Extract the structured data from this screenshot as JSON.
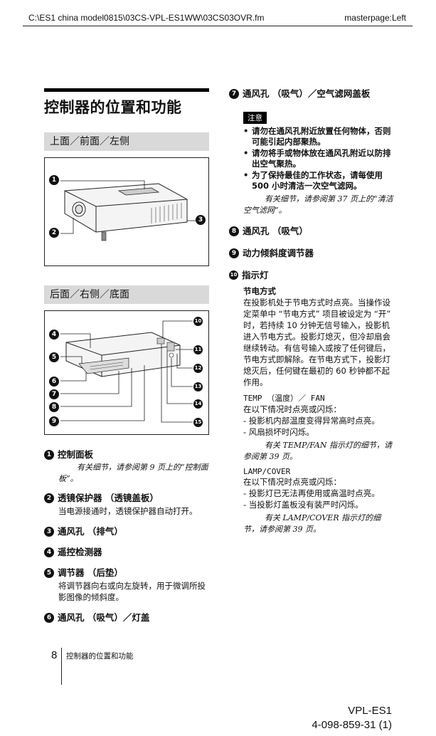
{
  "header": {
    "path": "C:\\ES1 china model0815\\03CS-VPL-ES1WW\\03CS03OVR.fm",
    "masterpage": "masterpage:Left"
  },
  "page_title": "控制器的位置和功能",
  "sections": {
    "top_front_left": "上面／前面／左侧",
    "rear_right_bottom": "后面／右侧／底面"
  },
  "callouts": [
    "1",
    "2",
    "3",
    "4",
    "5",
    "6",
    "7",
    "8",
    "9",
    "10",
    "11",
    "12",
    "13",
    "14",
    "15"
  ],
  "left_items": [
    {
      "num": "1",
      "title": "控制面板",
      "ref": "有关细节，请参阅第 9 页上的“控制面板”。"
    },
    {
      "num": "2",
      "title": "透镜保护器 （透镜盖板）",
      "desc": "当电源接通时，透镜保护器自动打开。"
    },
    {
      "num": "3",
      "title": "通风孔 （排气）"
    },
    {
      "num": "4",
      "title": "遥控检测器"
    },
    {
      "num": "5",
      "title": "调节器 （后垫）",
      "desc": "将调节器向右或向左旋转，用于微调所投影图像的倾斜度。"
    },
    {
      "num": "6",
      "title": "通风孔 （吸气）／灯盖"
    }
  ],
  "right": {
    "item7": {
      "num": "7",
      "title": "通风孔 （吸气）／空气滤网盖板"
    },
    "note_label": "注意",
    "note_bullets": [
      "请勿在通风孔附近放置任何物体，否则可能引起内部聚热。",
      "请勿将手或物体放在通风孔附近以防排出空气聚热。",
      "为了保持最佳的工作状态，请每使用 500 小时清洁一次空气滤网。"
    ],
    "note_ref": "有关细节，请参阅第 37 页上的“清洁空气滤网”。",
    "item8": {
      "num": "8",
      "title": "通风孔 （吸气）"
    },
    "item9": {
      "num": "9",
      "title": "动力倾斜度调节器"
    },
    "item10": {
      "num": "10",
      "title": "指示灯"
    },
    "power_saving_head": "节电方式",
    "power_saving_text": "在投影机处于节电方式时点亮。当操作设定菜单中 “节电方式” 项目被设定为 “开” 时，若持续 10 分钟无信号输入，投影机进入节电方式。投影灯熄灭，但冷却扇会继续转动。有信号输入或按了任何键后，节电方式即解除。在节电方式下，投影灯熄灭后，任何键在最初的 60 秒钟都不起作用。",
    "temp_head": "TEMP （温度）／ FAN",
    "temp_intro": "在以下情况时点亮或闪烁：",
    "temp_list": [
      "- 投影机内部温度变得异常高时点亮。",
      "- 风扇损坏时闪烁。"
    ],
    "temp_ref": "有关 TEMP/FAN 指示灯的细节，请参阅第 39 页。",
    "lamp_head": "LAMP/COVER",
    "lamp_intro": "在以下情况时点亮或闪烁：",
    "lamp_list": [
      "- 投影灯已无法再使用或高温时点亮。",
      "- 当投影灯盖板没有装严时闪烁。"
    ],
    "lamp_ref": "有关 LAMP/COVER 指示灯的细节，请参阅第 39 页。"
  },
  "footer": {
    "page_number": "8",
    "section_name": "控制器的位置和功能",
    "model": "VPL-ES1",
    "part_number": "4-098-859-31 (1)"
  }
}
